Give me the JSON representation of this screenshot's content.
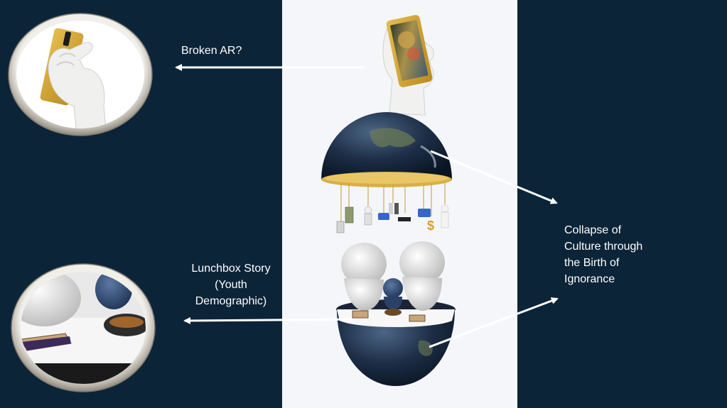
{
  "slide": {
    "background": "#0b2438",
    "panel_color": "#f4f6f9",
    "phone_color": "#d4a531",
    "globe_color": "#1b2c44"
  },
  "labels": {
    "broken_ar": "Broken AR?",
    "lunchbox": [
      "Lunchbox Story",
      "(Youth",
      "Demographic)"
    ],
    "collapse": [
      "Collapse of",
      "Culture through",
      "the Birth of",
      "Ignorance"
    ]
  }
}
